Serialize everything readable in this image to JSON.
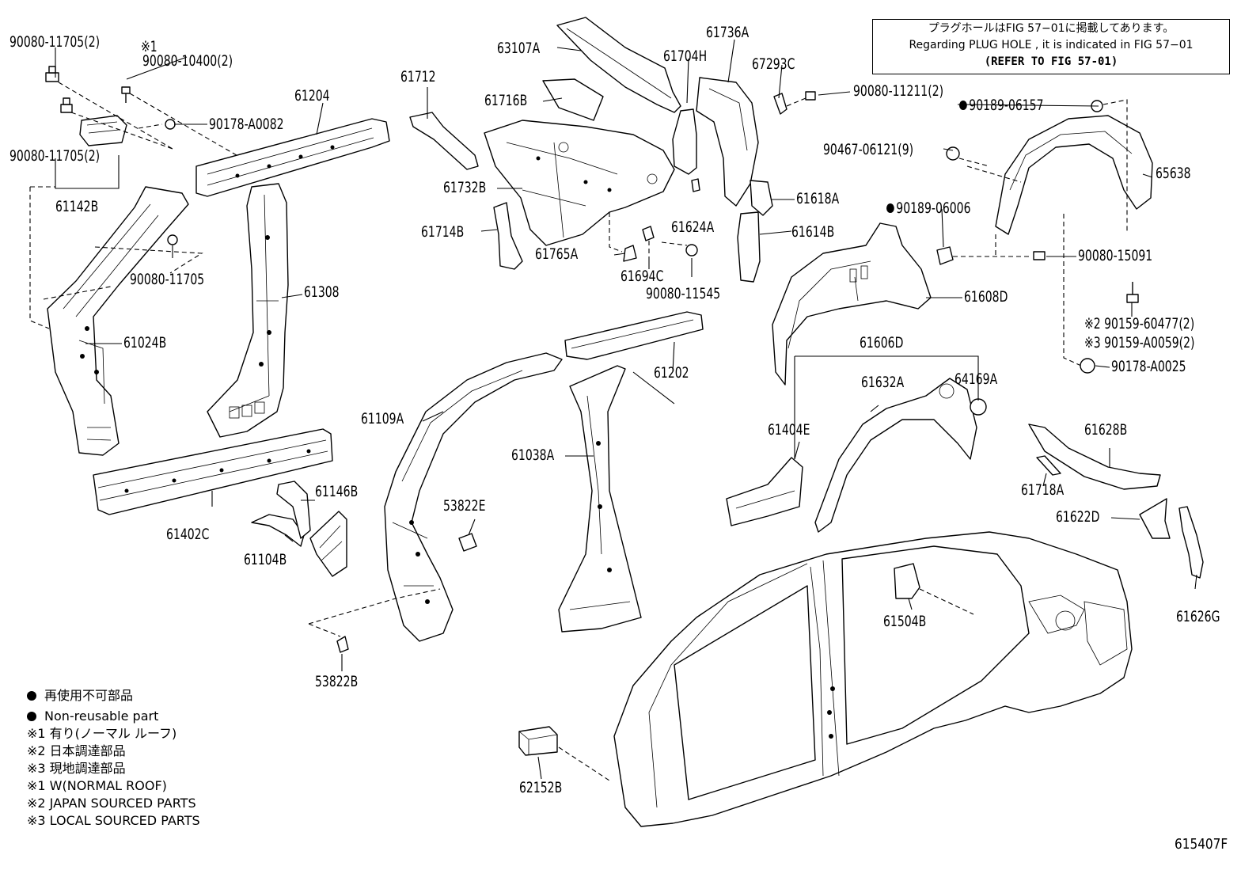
{
  "diagram": {
    "note": {
      "line1": "プラグホールはFIG 57−01に掲載してあります。",
      "line2": "Regarding PLUG HOLE , it is indicated in FIG 57−01",
      "line3": "(REFER TO FIG 57-01)"
    },
    "parts": {
      "p90080_11705_2a": "90080-11705(2)",
      "p_note1": "※1",
      "p90080_10400": "90080-10400(2)",
      "p90178_A0082": "90178-A0082",
      "p90080_11705_2b": "90080-11705(2)",
      "p61142B": "61142B",
      "p61204": "61204",
      "p90080_11705": "90080-11705",
      "p61308": "61308",
      "p61024B": "61024B",
      "p61712": "61712",
      "p63107A": "63107A",
      "p61716B": "61716B",
      "p61732B": "61732B",
      "p61714B": "61714B",
      "p61765A": "61765A",
      "p61694C": "61694C",
      "p61704H": "61704H",
      "p61736A": "61736A",
      "p61624A": "61624A",
      "p90080_11545": "90080-11545",
      "p67293C": "67293C",
      "p90080_11211": "90080-11211(2)",
      "p61618A": "61618A",
      "p61614B": "61614B",
      "p90189_06157": "90189-06157",
      "p90467_06121": "90467-06121(9)",
      "p65638": "65638",
      "p90189_06006": "90189-06006",
      "p90080_15091": "90080-15091",
      "p61608D": "61608D",
      "p90159_60477": "※2 90159-60477(2)",
      "p90159_A0059": "※3 90159-A0059(2)",
      "p90178_A0025": "90178-A0025",
      "p61202": "61202",
      "p61606D": "61606D",
      "p61632A": "61632A",
      "p64169A": "64169A",
      "p61109A": "61109A",
      "p61038A": "61038A",
      "p61404E": "61404E",
      "p61628B": "61628B",
      "p61402C": "61402C",
      "p61146B": "61146B",
      "p61104B": "61104B",
      "p53822E": "53822E",
      "p61718A": "61718A",
      "p61622D": "61622D",
      "p61626G": "61626G",
      "p61504B": "61504B",
      "p53822B": "53822B",
      "p62152B": "62152B"
    },
    "legend": {
      "nonreusable_jp": "再使用不可部品",
      "nonreusable_en": "Non-reusable part",
      "note1_jp": "※1 有り(ノーマル ルーフ)",
      "note2_jp": "※2 日本調達部品",
      "note3_jp": "※3 現地調達部品",
      "note1_en": "※1 W(NORMAL ROOF)",
      "note2_en": "※2 JAPAN SOURCED PARTS",
      "note3_en": "※3 LOCAL SOURCED PARTS"
    },
    "figure_number": "615407F"
  }
}
